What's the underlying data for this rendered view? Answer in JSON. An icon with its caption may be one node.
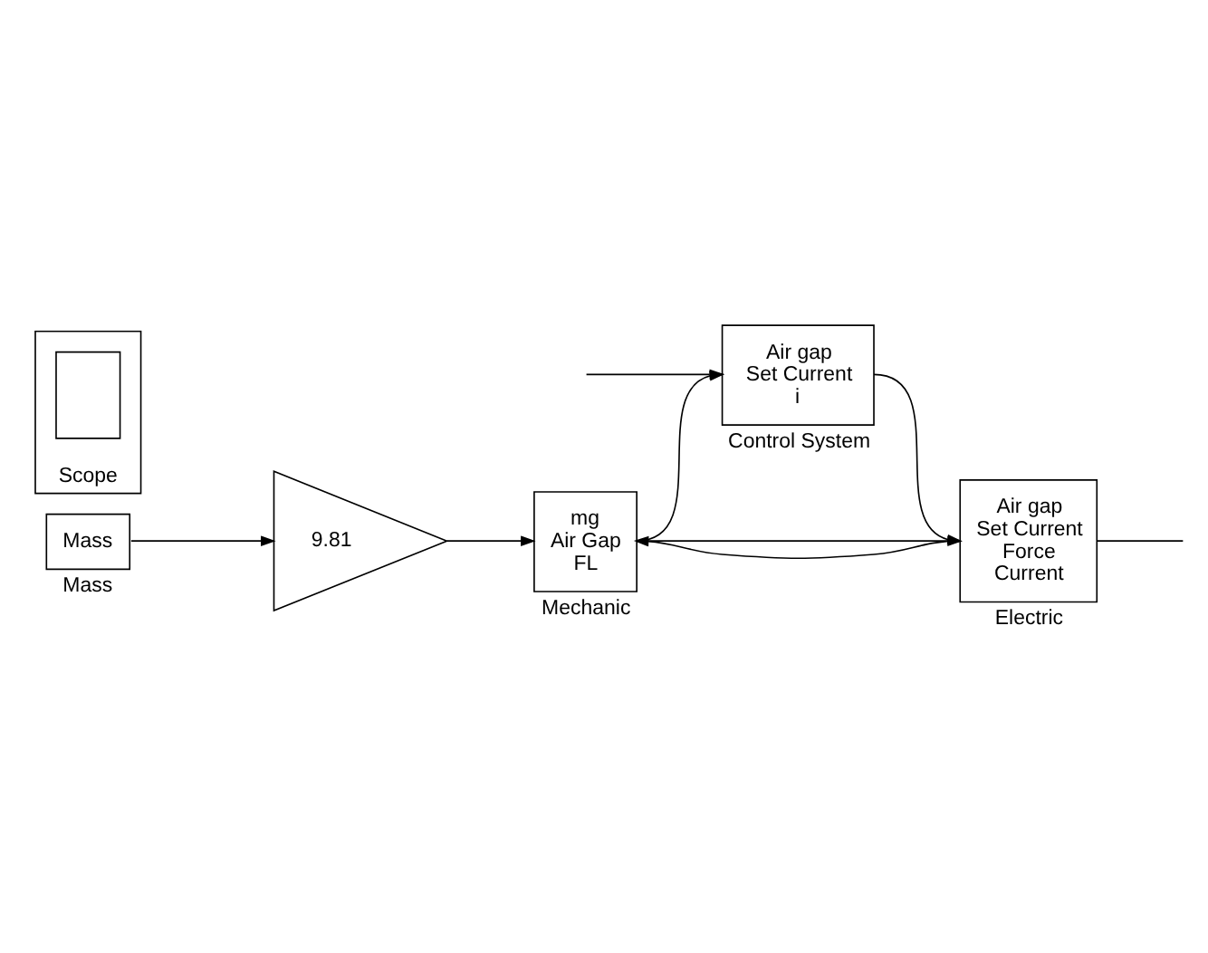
{
  "diagram": {
    "nodes": [
      {
        "text": [
          "Mass"
        ],
        "beside": [
          "Mass"
        ]
      },
      {
        "text": [
          "9.81"
        ]
      },
      {
        "text": [
          "mg",
          "Air Gap",
          "FL"
        ],
        "beside": [
          "Mechanic"
        ]
      },
      {
        "text": [
          "Air gap",
          "Set Current",
          "i"
        ],
        "beside": [
          "Control System"
        ]
      },
      {
        "text": [
          "Air gap",
          "Set Current",
          "Force",
          "Current"
        ],
        "beside": [
          "Electric"
        ]
      },
      {
        "text": [],
        "shape": "box",
        "beside": [
          "Scope"
        ]
      },
      {
        "text": [],
        "shape": "box",
        "in": 5
      }
    ],
    "edges": [
      {
        "from": 0,
        "to": 1,
        "arrow": "to"
      },
      {
        "from": 1,
        "to": 2,
        "arrow": "to"
      },
      {
        "from": 2,
        "to": 3,
        "arrow": "to"
      },
      {
        "from": 2,
        "to": 4,
        "arrow": "to"
      },
      {
        "from": 3,
        "to": 4,
        "arrow": "to"
      },
      {
        "from": 4,
        "to": 2,
        "arrow": "to"
      },
      {
        "from": 4,
        "to": null,
        "arrow": "none"
      },
      {
        "from": null,
        "to": 3,
        "arrow": "to"
      }
    ]
  }
}
